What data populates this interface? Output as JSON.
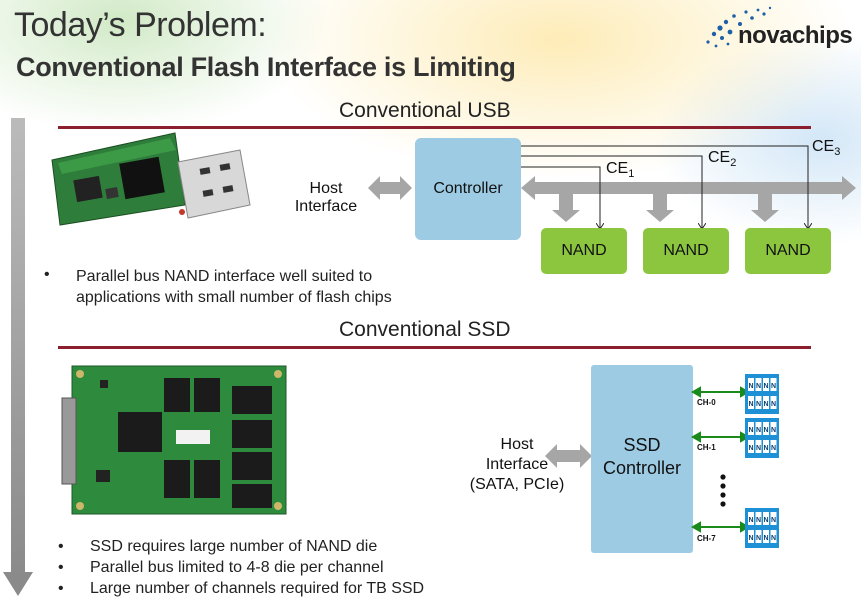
{
  "header": {
    "title": "Today’s Problem:",
    "subtitle": "Conventional Flash Interface is Limiting",
    "logo_text": "novachips"
  },
  "usb_section": {
    "title": "Conventional USB",
    "host_label_line1": "Host",
    "host_label_line2": "Interface",
    "controller_label": "Controller",
    "ce_labels": [
      {
        "base": "CE",
        "sub": "1"
      },
      {
        "base": "CE",
        "sub": "2"
      },
      {
        "base": "CE",
        "sub": "3"
      }
    ],
    "nand_labels": [
      "NAND",
      "NAND",
      "NAND"
    ],
    "bullets": [
      "Parallel bus NAND interface well suited to applications with small number of flash chips"
    ],
    "bullet_lines": [
      "Parallel bus NAND interface well suited to",
      "applications with small number of flash chips"
    ]
  },
  "ssd_section": {
    "title": "Conventional SSD",
    "host_label_line1": "Host",
    "host_label_line2": "Interface",
    "host_label_line3": "(SATA, PCIe)",
    "controller_line1": "SSD",
    "controller_line2": "Controller",
    "channels": [
      "CH-0",
      "CH-1",
      "CH-7"
    ],
    "chip_letter": "N",
    "bullets": [
      "SSD requires large number of NAND die",
      "Parallel bus limited to 4-8 die per channel",
      "Large number of channels required for TB SSD"
    ]
  },
  "colors": {
    "controller": "#9ccbe3",
    "nand": "#8cc63f",
    "rule": "#8b1f2e",
    "arrow_gray": "#a6a6a6",
    "channel_line": "#1a8a1a",
    "chip_blue": "#1e90d6"
  }
}
